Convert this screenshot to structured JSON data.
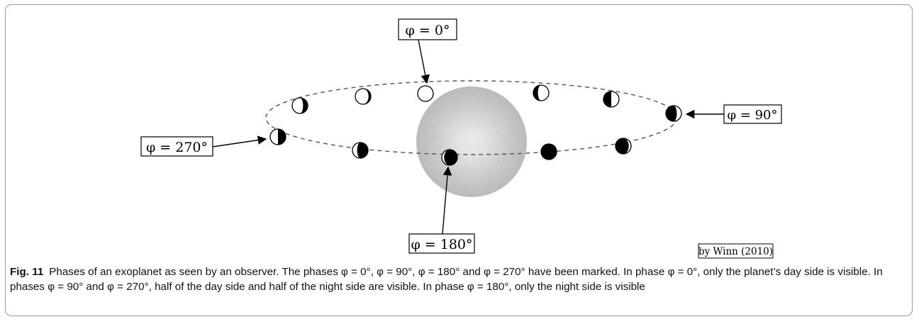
{
  "labels": {
    "phase_0": "φ = 0°",
    "phase_90": "φ = 90°",
    "phase_180": "φ = 180°",
    "phase_270": "φ = 270°",
    "credit": "by Winn (2010)"
  },
  "caption": {
    "label": "Fig. 11",
    "text": "Phases of an exoplanet as seen by an observer. The phases φ = 0°, φ = 90°, φ = 180° and φ = 270° have been marked. In phase φ = 0°, only the planet’s day side is visible. In phases φ = 90° and φ = 270°, half of the day side and half of the night side are visible. In phase φ = 180°, only the night side is visible"
  },
  "planets": [
    {
      "lit_fraction": 1.0,
      "lit_side": "right"
    },
    {
      "lit_fraction": 0.85,
      "lit_side": "left"
    },
    {
      "lit_fraction": 0.7,
      "lit_side": "left"
    },
    {
      "lit_fraction": 0.5,
      "lit_side": "left"
    },
    {
      "lit_fraction": 0.3,
      "lit_side": "left"
    },
    {
      "lit_fraction": 0.15,
      "lit_side": "left"
    },
    {
      "lit_fraction": 0.0,
      "lit_side": "left"
    },
    {
      "lit_fraction": 0.15,
      "lit_side": "right"
    },
    {
      "lit_fraction": 0.3,
      "lit_side": "right"
    },
    {
      "lit_fraction": 0.5,
      "lit_side": "right"
    },
    {
      "lit_fraction": 0.7,
      "lit_side": "right"
    },
    {
      "lit_fraction": 0.85,
      "lit_side": "right"
    }
  ]
}
